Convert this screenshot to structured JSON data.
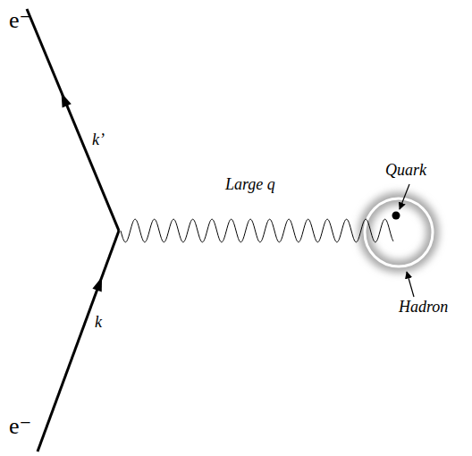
{
  "diagram": {
    "labels": [
      "e⁻",
      "k’",
      "Large q",
      "Quark",
      "Hadron",
      "k",
      "e⁻"
    ]
  }
}
